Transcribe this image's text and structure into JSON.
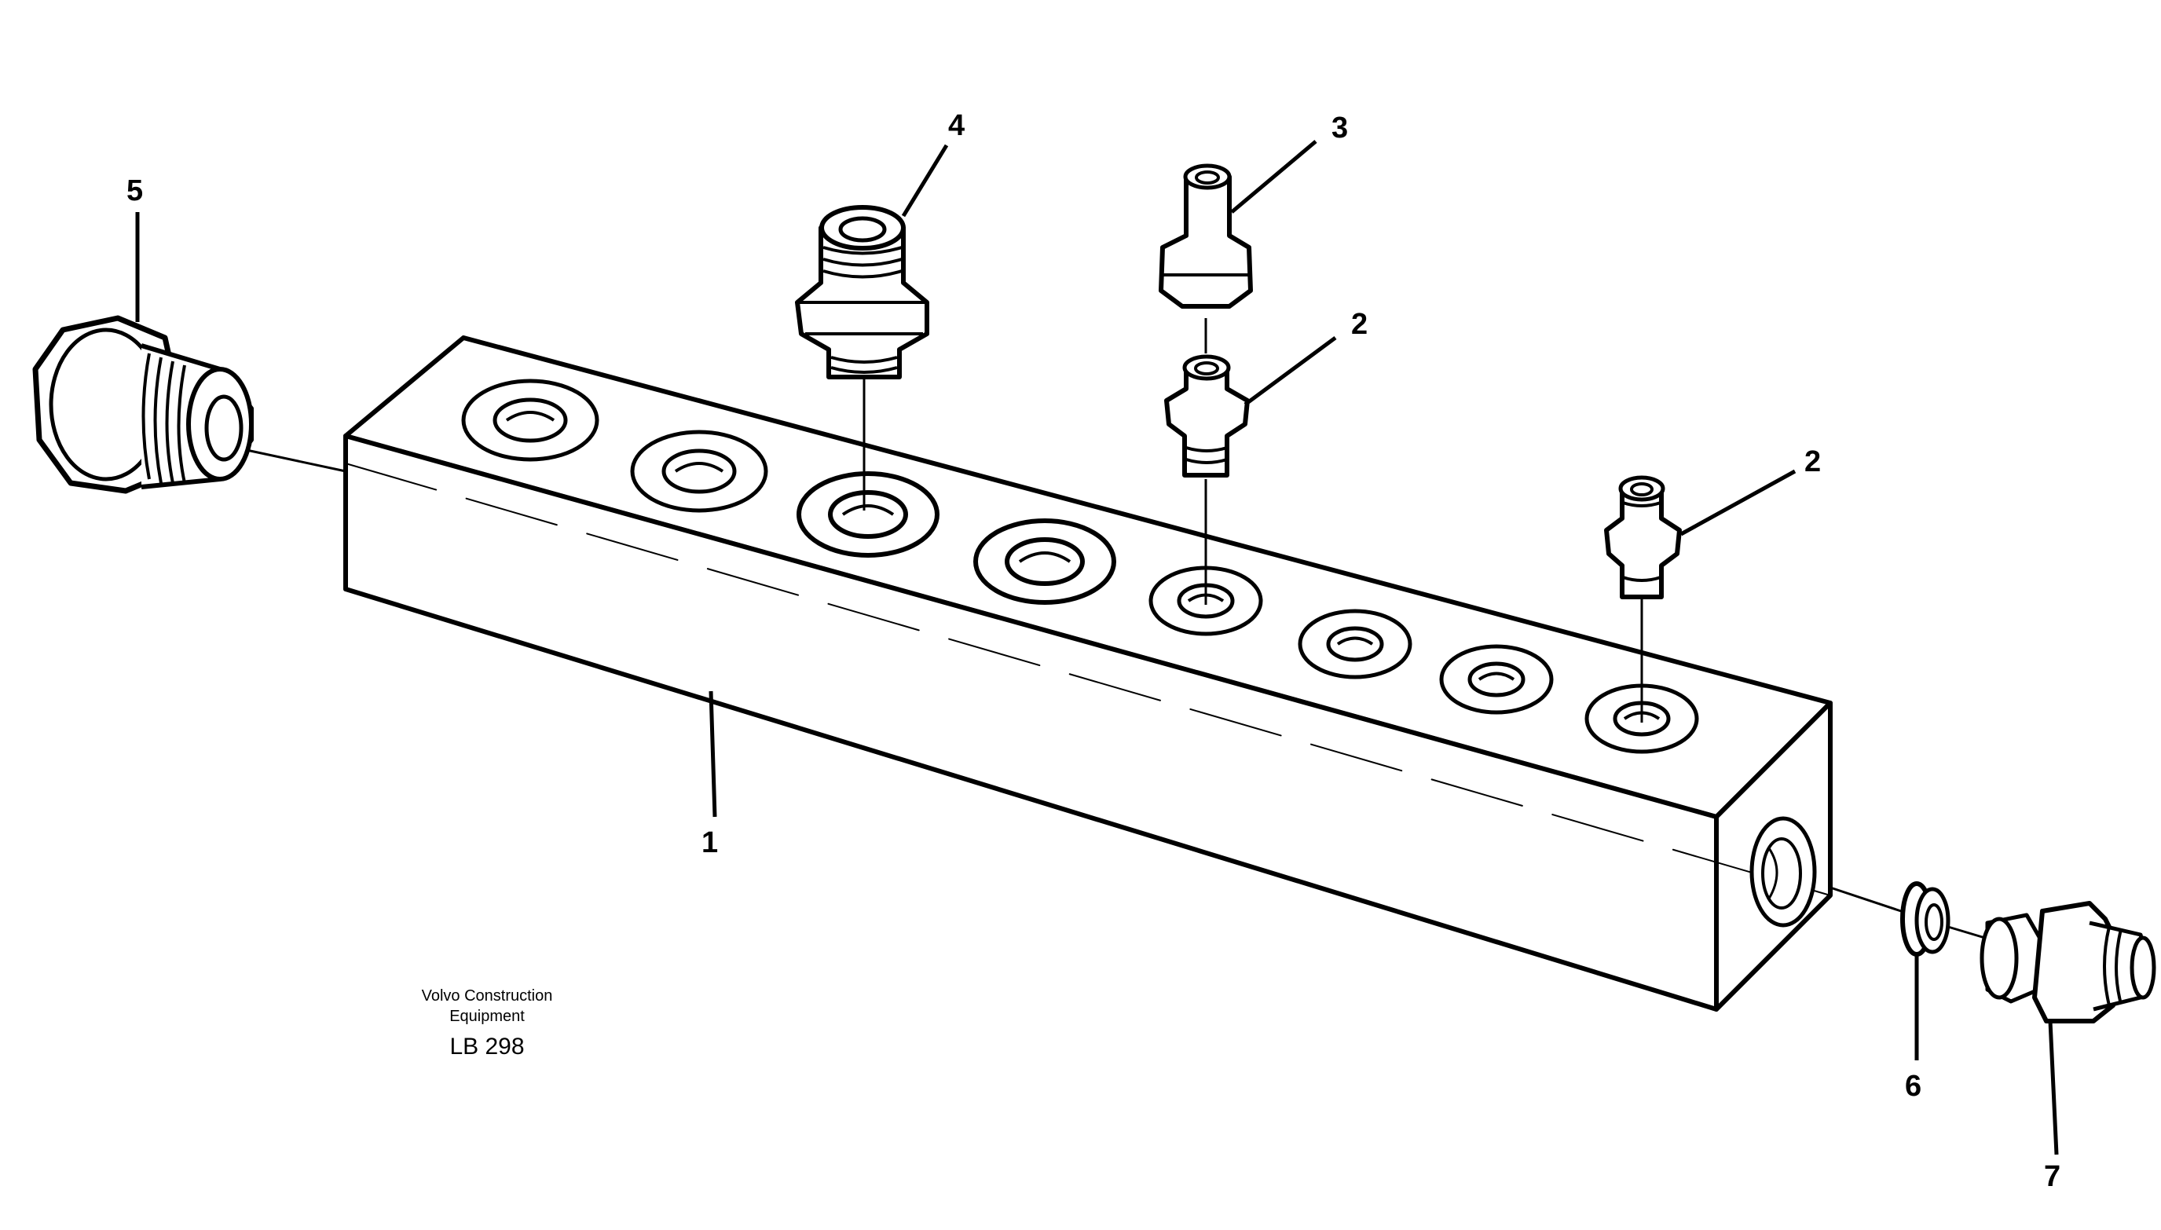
{
  "callouts": [
    {
      "id": "c1",
      "label": "1"
    },
    {
      "id": "c2a",
      "label": "2"
    },
    {
      "id": "c2b",
      "label": "2"
    },
    {
      "id": "c3",
      "label": "3"
    },
    {
      "id": "c4",
      "label": "4"
    },
    {
      "id": "c5",
      "label": "5"
    },
    {
      "id": "c6",
      "label": "6"
    },
    {
      "id": "c7",
      "label": "7"
    }
  ],
  "caption": {
    "line1": "Volvo Construction",
    "line2": "Equipment",
    "code": "LB 298"
  }
}
